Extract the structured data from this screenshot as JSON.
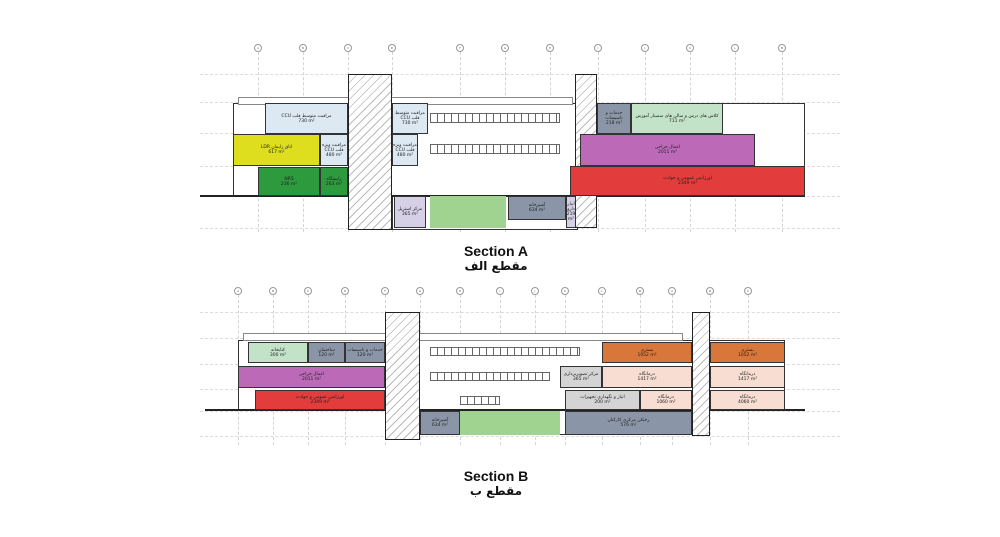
{
  "grid_labels": [
    "A",
    "B",
    "C",
    "D",
    "F",
    "G",
    "H",
    "I",
    "J",
    "K",
    "L",
    "M"
  ],
  "section_a": {
    "title_en": "Section A",
    "title_fa": "مقطع الف",
    "rooms": [
      {
        "id": "a1",
        "name": "مراقبت متوسط قلب CCU",
        "area": "730 m²",
        "color": "#dce8f2"
      },
      {
        "id": "a2",
        "name": "مراقبت متوسط قلب CCU",
        "area": "730 m²",
        "color": "#dce8f2"
      },
      {
        "id": "a3",
        "name": "اتاق زایمان LDR",
        "area": "617 m²",
        "color": "#dede1e"
      },
      {
        "id": "a4",
        "name": "مراقبت ویژه قلب CCU",
        "area": "480 m²",
        "color": "#dce8f2"
      },
      {
        "id": "a5",
        "name": "مراقبت ویژه قلب CCU",
        "area": "480 m²",
        "color": "#dce8f2"
      },
      {
        "id": "a6",
        "name": "NRS",
        "area": "236 m²",
        "color": "#2e9a3e"
      },
      {
        "id": "a7",
        "name": "زایشگاه",
        "area": "263 m²",
        "color": "#2e9a3e"
      },
      {
        "id": "a8",
        "name": "مرکز استریل",
        "area": "365 m²",
        "color": "#d6d0e6"
      },
      {
        "id": "a9",
        "name": "آشپزخانه",
        "area": "634 m²",
        "color": "#8a96a8"
      },
      {
        "id": "a10",
        "name": "انبار دارو",
        "area": "219 m²",
        "color": "#d6d0e6"
      },
      {
        "id": "a11",
        "name": "خدمات و تاسیسات",
        "area": "218 m²",
        "color": "#8a96a8"
      },
      {
        "id": "a12",
        "name": "کلاس های درس و سالن های سمینار آموزش",
        "area": "711 m²",
        "color": "#c3e3c8"
      },
      {
        "id": "a13",
        "name": "اعمال جراحی",
        "area": "2011 m²",
        "color": "#bc6ab8"
      },
      {
        "id": "a14",
        "name": "اورژانس عمومی و حوادث",
        "area": "2349 m²",
        "color": "#e23c3c"
      }
    ]
  },
  "section_b": {
    "title_en": "Section B",
    "title_fa": "مقطع ب",
    "rooms": [
      {
        "id": "b1",
        "name": "کتابخانه",
        "area": "300 m²",
        "color": "#c3e3c8"
      },
      {
        "id": "b2",
        "name": "ساختمان",
        "area": "120 m²",
        "color": "#8a96a8"
      },
      {
        "id": "b3",
        "name": "خدمات و تاسیسات",
        "area": "120 m²",
        "color": "#8a96a8"
      },
      {
        "id": "b4",
        "name": "اعمال جراحی",
        "area": "2011 m²",
        "color": "#bc6ab8"
      },
      {
        "id": "b5",
        "name": "اورژانس عمومی و حوادث",
        "area": "2349 m²",
        "color": "#e23c3c"
      },
      {
        "id": "b6",
        "name": "آشپزخانه",
        "area": "634 m²",
        "color": "#8a96a8"
      },
      {
        "id": "b7",
        "name": "رختکن مرکزی کارکنان",
        "area": "576 m²",
        "color": "#8a96a8"
      },
      {
        "id": "b8",
        "name": "بستری",
        "area": "1052 m²",
        "color": "#d9773a"
      },
      {
        "id": "b9",
        "name": "بستری",
        "area": "1052 m²",
        "color": "#d9773a"
      },
      {
        "id": "b10",
        "name": "درمانگاه",
        "area": "1417 m²",
        "color": "#f8ddd2"
      },
      {
        "id": "b11",
        "name": "درمانگاه",
        "area": "1417 m²",
        "color": "#f8ddd2"
      },
      {
        "id": "b12",
        "name": "مرکز تصویربرداری",
        "area": "365 m²",
        "color": "#d4d4d4"
      },
      {
        "id": "b13",
        "name": "انبار و نگهداری تجهیزات",
        "area": "200 m²",
        "color": "#d4d4d4"
      },
      {
        "id": "b14",
        "name": "درمانگاه",
        "area": "1060 m²",
        "color": "#f8ddd2"
      },
      {
        "id": "b15",
        "name": "درمانگاه",
        "area": "4060 m²",
        "color": "#f8ddd2"
      }
    ]
  },
  "colors": {
    "garden": "#9fd38f",
    "line": "#222222"
  }
}
